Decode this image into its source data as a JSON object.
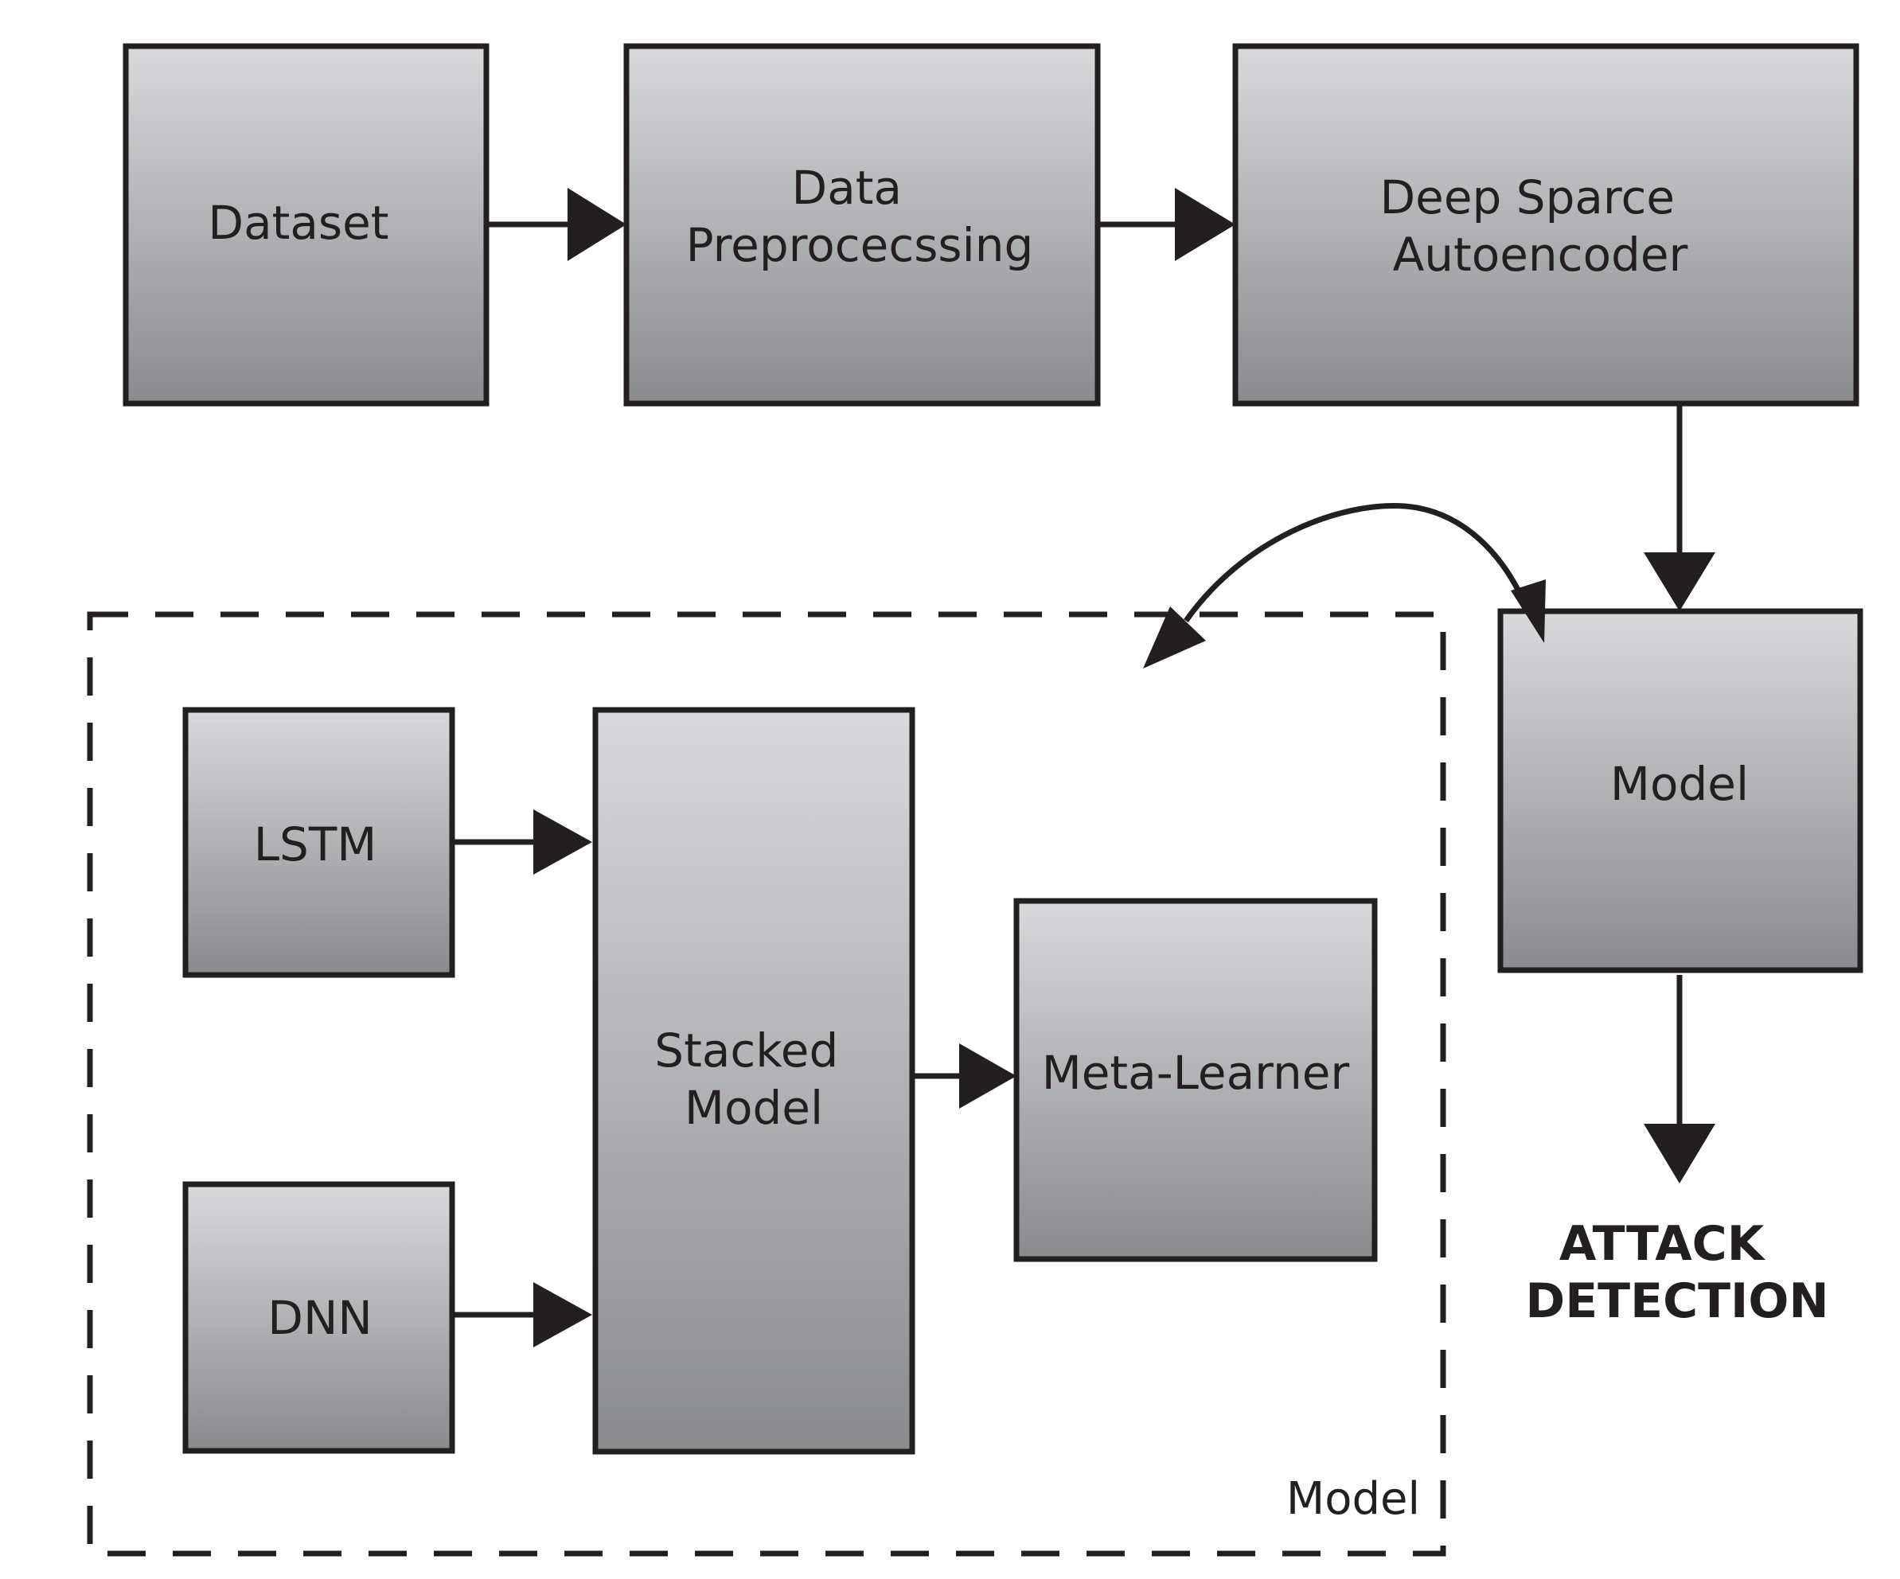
{
  "nodes": {
    "dataset": "Dataset",
    "preprocessing": [
      "Data",
      "Preprocecssing"
    ],
    "autoencoder": [
      "Deep Sparce",
      "Autoencoder"
    ],
    "model": "Model",
    "lstm": "LSTM",
    "dnn": "DNN",
    "stacked_model": [
      "Stacked",
      "Model"
    ],
    "meta_learner": "Meta-Learner"
  },
  "cluster": {
    "label": "Model"
  },
  "output": [
    "ATTACK",
    "DETECTION"
  ],
  "edges": [
    {
      "from": "Dataset",
      "to": "Data Preprocecssing"
    },
    {
      "from": "Data Preprocecssing",
      "to": "Deep Sparce Autoencoder"
    },
    {
      "from": "Deep Sparce Autoencoder",
      "to": "Model"
    },
    {
      "from": "Model",
      "to": "Model (cluster)",
      "bidirectional": true
    },
    {
      "from": "LSTM",
      "to": "Stacked Model"
    },
    {
      "from": "DNN",
      "to": "Stacked Model"
    },
    {
      "from": "Stacked Model",
      "to": "Meta-Learner"
    },
    {
      "from": "Model",
      "to": "ATTACK DETECTION"
    }
  ],
  "colors": {
    "box_gradient_top": "#d8d9db",
    "box_gradient_bottom": "#8a8b8e",
    "stroke": "#231f20"
  }
}
